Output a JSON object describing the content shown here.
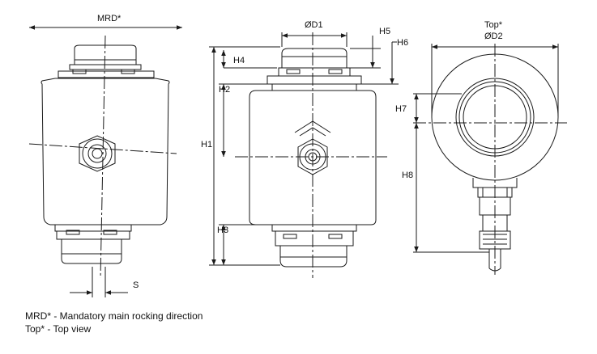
{
  "labels": {
    "mrd": "MRD*",
    "s": "S",
    "d1": "ØD1",
    "h5": "H5",
    "h6": "H6",
    "h4": "H4",
    "h2": "H2",
    "h1": "H1",
    "h3": "H3",
    "top": "Top*",
    "d2": "ØD2",
    "h7": "H7",
    "h8": "H8"
  },
  "notes": [
    "MRD* - Mandatory main rocking direction",
    "Top* - Top view"
  ],
  "colors": {
    "line": "#1a1a1a",
    "background": "#ffffff"
  }
}
